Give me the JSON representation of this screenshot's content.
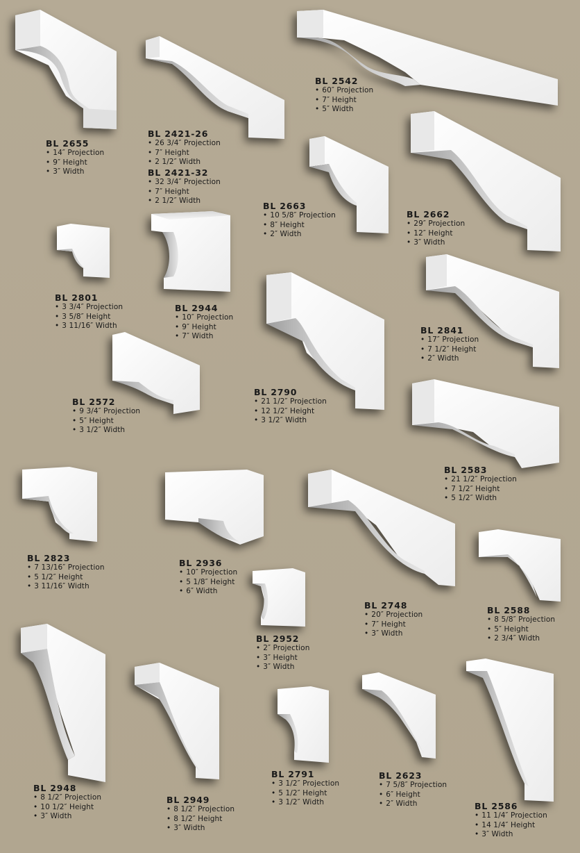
{
  "page": {
    "background_color": "#b3a893",
    "bracket_color": "#f6f6f6"
  },
  "products": [
    {
      "model": "BL 2655",
      "specs": [
        "14″ Projection",
        "9″ Height",
        "3″ Width"
      ]
    },
    {
      "model": "BL 2421-26",
      "specs": [
        "26 3/4″ Projection",
        "7″ Height",
        "2 1/2″ Width"
      ]
    },
    {
      "model": "BL 2421-32",
      "specs": [
        "32 3/4″ Projection",
        "7″ Height",
        "2 1/2″ Width"
      ]
    },
    {
      "model": "BL 2542",
      "specs": [
        "60″ Projection",
        "7″ Height",
        "5″ Width"
      ]
    },
    {
      "model": "BL 2663",
      "specs": [
        "10 5/8″ Projection",
        "8″ Height",
        "2″ Width"
      ]
    },
    {
      "model": "BL 2662",
      "specs": [
        "29″ Projection",
        "12″ Height",
        "3″ Width"
      ]
    },
    {
      "model": "BL 2801",
      "specs": [
        "3 3/4″ Projection",
        "3 5/8″ Height",
        "3 11/16″ Width"
      ]
    },
    {
      "model": "BL 2944",
      "specs": [
        "10″ Projection",
        "9″ Height",
        "7″ Width"
      ]
    },
    {
      "model": "BL 2790",
      "specs": [
        "21 1/2″ Projection",
        "12 1/2″ Height",
        "3 1/2″ Width"
      ]
    },
    {
      "model": "BL 2841",
      "specs": [
        "17″ Projection",
        "7 1/2″ Height",
        "2″ Width"
      ]
    },
    {
      "model": "BL 2572",
      "specs": [
        "9 3/4″ Projection",
        "5″ Height",
        "3 1/2″ Width"
      ]
    },
    {
      "model": "BL 2583",
      "specs": [
        "21 1/2″ Projection",
        "7 1/2″ Height",
        "5 1/2″ Width"
      ]
    },
    {
      "model": "BL 2823",
      "specs": [
        "7 13/16″ Projection",
        "5 1/2″ Height",
        "3 11/16″ Width"
      ]
    },
    {
      "model": "BL 2936",
      "specs": [
        "10″ Projection",
        "5 1/8″ Height",
        "6″ Width"
      ]
    },
    {
      "model": "BL 2748",
      "specs": [
        "20″ Projection",
        "7″ Height",
        "3″ Width"
      ]
    },
    {
      "model": "BL 2588",
      "specs": [
        "8 5/8″ Projection",
        "5″ Height",
        "2 3/4″ Width"
      ]
    },
    {
      "model": "BL 2952",
      "specs": [
        "2″ Projection",
        "3″ Height",
        "3″ Width"
      ]
    },
    {
      "model": "BL 2948",
      "specs": [
        "8 1/2″ Projection",
        "10 1/2″ Height",
        "3″ Width"
      ]
    },
    {
      "model": "BL 2949",
      "specs": [
        "8 1/2″ Projection",
        "8 1/2″ Height",
        "3″ Width"
      ]
    },
    {
      "model": "BL 2791",
      "specs": [
        "3 1/2″ Projection",
        "5 1/2″ Height",
        "3 1/2″ Width"
      ]
    },
    {
      "model": "BL 2623",
      "specs": [
        "7 5/8″ Projection",
        "6″ Height",
        "2″ Width"
      ]
    },
    {
      "model": "BL 2586",
      "specs": [
        "11 1/4″ Projection",
        "14 1/4″ Height",
        "3″ Width"
      ]
    }
  ]
}
